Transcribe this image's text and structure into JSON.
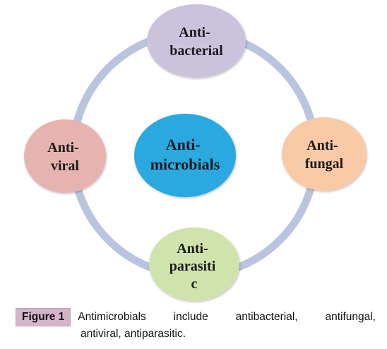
{
  "diagram": {
    "center": {
      "lines": [
        "Anti-",
        "microbials"
      ],
      "color": "#29a9e0"
    },
    "nodes": [
      {
        "id": "top",
        "lines": [
          "Anti-",
          "bacterial"
        ],
        "color": "#cbc3dc"
      },
      {
        "id": "right",
        "lines": [
          "Anti-",
          "fungal"
        ],
        "color": "#fac9a6"
      },
      {
        "id": "bottom",
        "lines": [
          "Anti-",
          "parasiti",
          "c"
        ],
        "color": "#cfe4ac"
      },
      {
        "id": "left",
        "lines": [
          "Anti-",
          "viral"
        ],
        "color": "#e7b3ae"
      }
    ],
    "ring_color": "#b9c4df"
  },
  "caption": {
    "tag": "Figure 1",
    "line1": "Antimicrobials include antibacterial, antifungal,",
    "line2": "antiviral, antiparasitic."
  }
}
